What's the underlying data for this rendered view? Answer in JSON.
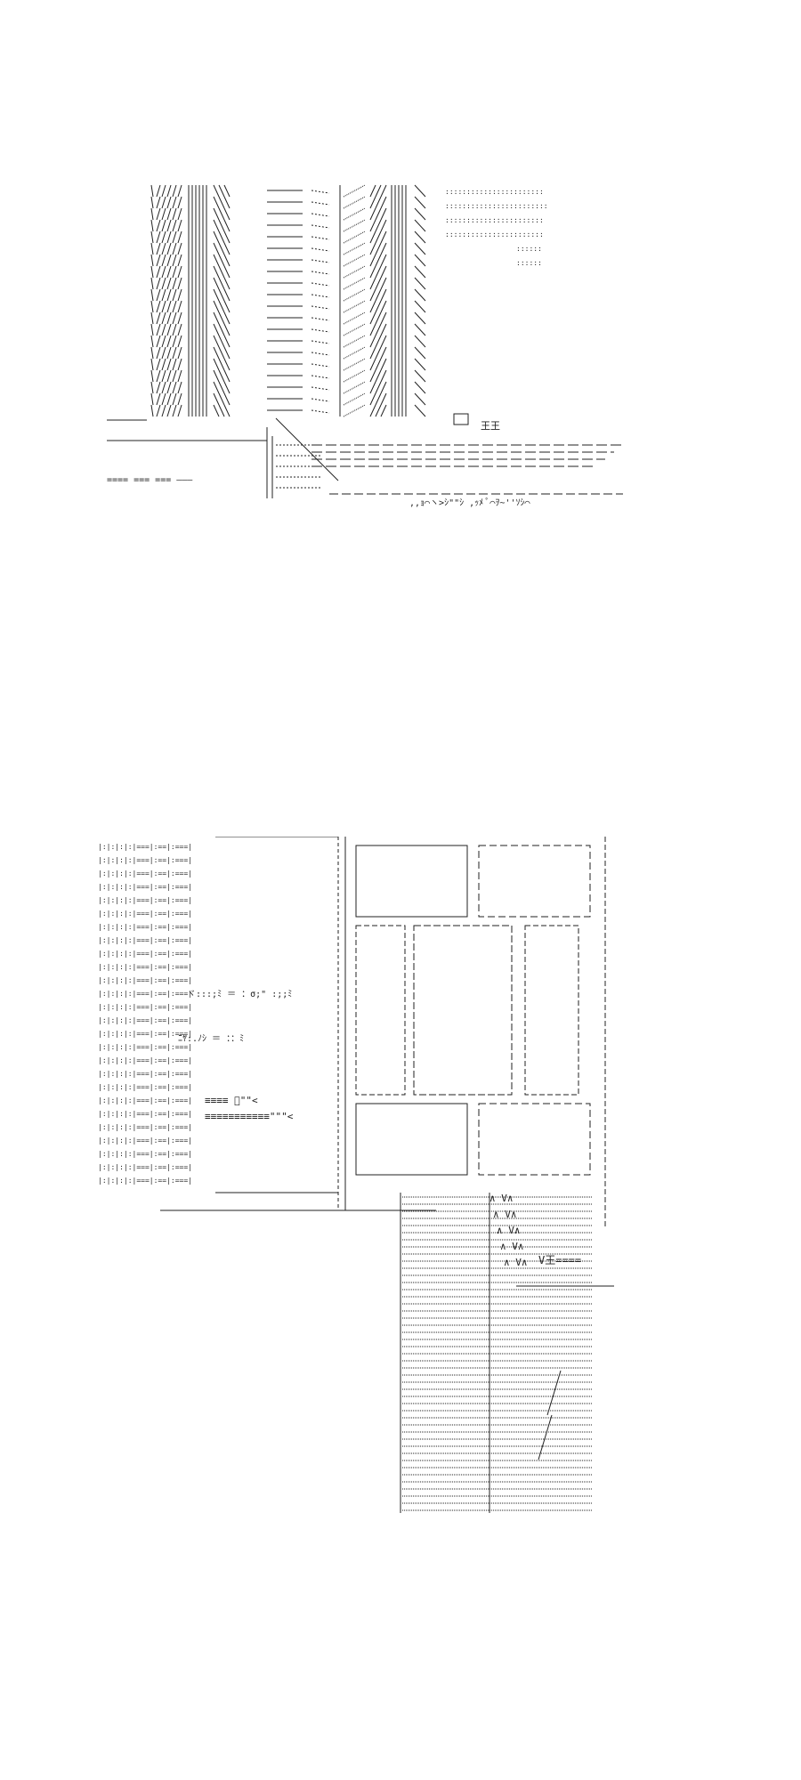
{
  "scene1": {
    "tower_rows": 20,
    "tower_row_text": "|/|||||||\\\\ `ー|: ー―ー-、|::/ /ﾉ|||||\\ ",
    "window_dots_rows": [
      ":::::::::::::::::::::::",
      "::::::::::::::::::::::::",
      ":::::::::::::::::::::::",
      ":::::::::::::::::::::::",
      "::::::",
      "::::::"
    ],
    "sign_text": "王王",
    "fence_text": "==== === === ―――",
    "crowd_text": ",,ｮ⌒ヽ>ｼ\"\"ｼ ,ｯﾒ ﾟ⌒ｦ~''ｿｼ⌒"
  },
  "scene2": {
    "wall_rows": 26,
    "wall_row_text": "|:|:|:|:|===|:==|:===|",
    "sign_text": "V王====",
    "sign_arrows": [
      "∧  V∧",
      "∧  V∧",
      "∧  V∧",
      "∧  V∧",
      "∧  V∧"
    ]
  }
}
